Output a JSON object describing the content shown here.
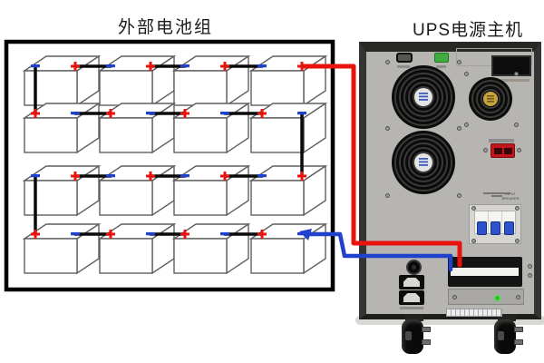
{
  "diagram_type": "UPS external battery wiring diagram",
  "titles": {
    "battery_group": "外部电池组",
    "ups_unit": "UPS电源主机"
  },
  "battery_group": {
    "rows": 4,
    "columns": 4,
    "total_batteries": 16,
    "terminal_symbols": {
      "plus": "+",
      "minus": "−"
    },
    "row_terminal_layout": [
      {
        "row": 1,
        "left": "minus",
        "right": "plus"
      },
      {
        "row": 2,
        "left": "plus",
        "right": "minus"
      },
      {
        "row": 3,
        "left": "minus",
        "right": "plus"
      },
      {
        "row": 4,
        "left": "plus",
        "right": "minus"
      }
    ],
    "series_links": [
      "within each row the right-hand terminal of a battery is linked to the left-hand terminal of the next battery",
      "row1 col1 minus → row2 col1 plus",
      "row2 col4 minus → row3 col4 plus",
      "row3 col1 minus → row4 col1 plus"
    ]
  },
  "cables": {
    "positive": {
      "color": "#e8130c",
      "from": "battery row1 col4 plus terminal",
      "to": "UPS rear terminal block"
    },
    "negative": {
      "color": "#1f41cc",
      "from": "battery row4 col4 minus terminal",
      "to": "UPS rear terminal block"
    },
    "series_link": {
      "color": "#0a0a0a"
    }
  },
  "ups_rear_panel": {
    "input_breaker": {
      "label": "INPUT BREAKER",
      "poles": 3,
      "toggle_color": "#2d52c9"
    },
    "fans": [
      {
        "name": "large cooling fan (upper)"
      },
      {
        "name": "small cooling fan"
      },
      {
        "name": "large cooling fan (lower)"
      }
    ],
    "battery_connector_color": "#c3161c",
    "terminal_block": {
      "screw_terminals_top_row": 7,
      "screw_terminals_bottom_row": 7
    },
    "iec_outlets": 2,
    "status_led_color": "#12d412",
    "casters": 2
  },
  "colors": {
    "background": "#ffffff",
    "battery_box_border": "#000000",
    "battery_outline": "#5f5f5f",
    "ups_panel": "#b6b5b1",
    "ups_edge": "#2a2a28"
  }
}
